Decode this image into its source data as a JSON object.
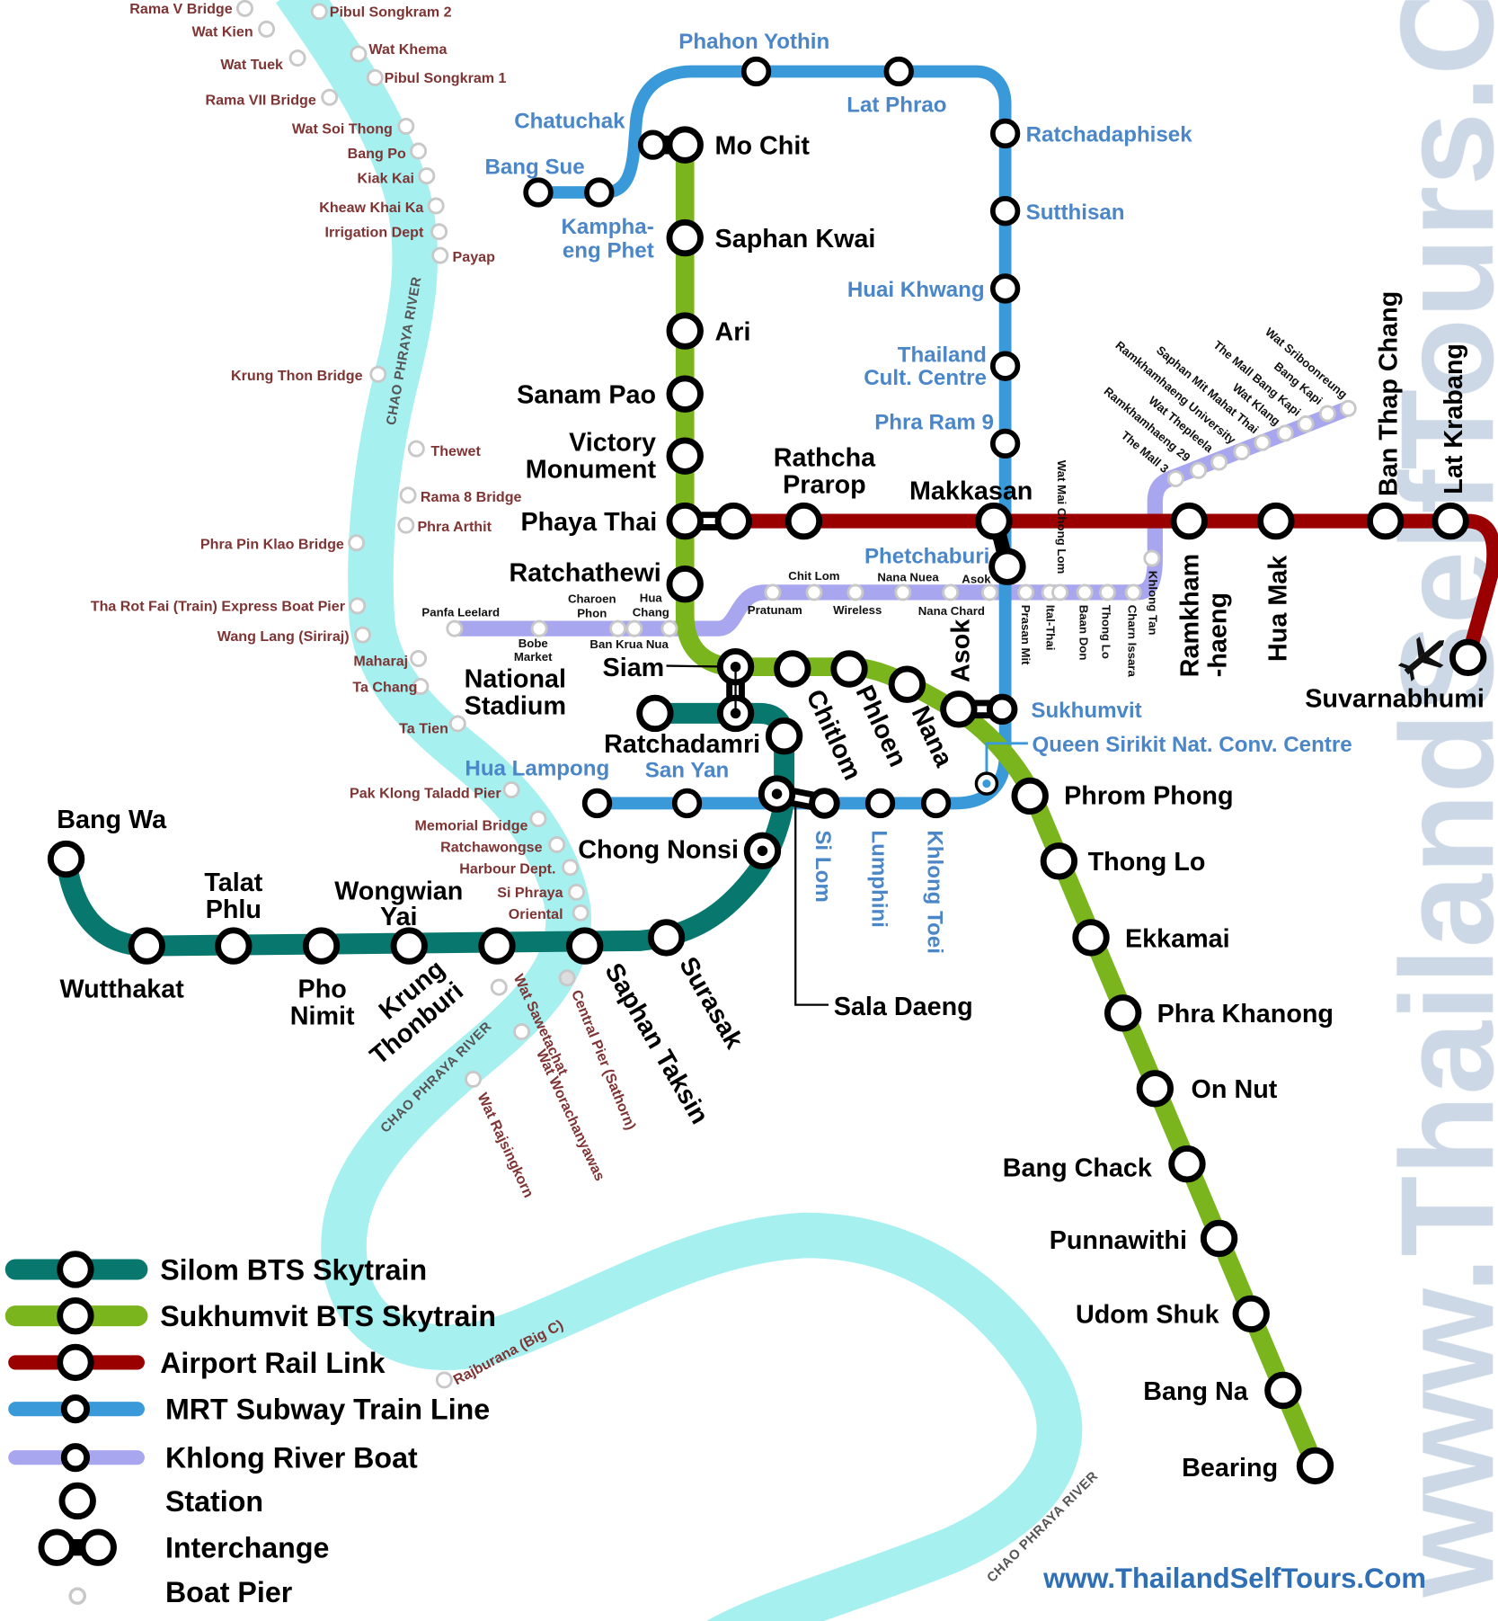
{
  "colors": {
    "silom": "#08786f",
    "sukhumvit": "#7ab51d",
    "airport": "#9b0000",
    "mrt": "#3a9ad9",
    "boat": "#a9a6f0",
    "river": "#a6f0f0",
    "pier_text": "#7f3434",
    "mrt_text": "#4a86c8",
    "watermark": "#cdd8e6",
    "site_text": "#2f6fb5"
  },
  "watermark": "www.ThailandSelfTours.Com",
  "site_url": "www.ThailandSelfTours.Com",
  "river_labels": [
    "CHAO PHRAYA RIVER",
    "CHAO PHRAYA RIVER",
    "CHAO PHRAYA RIVER"
  ],
  "airport_icon": "airplane-icon",
  "lines": {
    "sukhumvit": {
      "name": "Sukhumvit BTS Skytrain",
      "stations": [
        {
          "label": [
            "Mo Chit"
          ]
        },
        {
          "label": [
            "Saphan Kwai"
          ]
        },
        {
          "label": [
            "Ari"
          ]
        },
        {
          "label": [
            "Sanam Pao"
          ]
        },
        {
          "label": [
            "Victory",
            "Monument"
          ]
        },
        {
          "label": [
            "Phaya Thai"
          ]
        },
        {
          "label": [
            "Ratchathewi"
          ]
        },
        {
          "label": [
            "Siam"
          ]
        },
        {
          "label": [
            "Chitlom"
          ]
        },
        {
          "label": [
            "Phloen"
          ]
        },
        {
          "label": [
            "Nana"
          ]
        },
        {
          "label": [
            "Asok"
          ]
        },
        {
          "label": [
            "Phrom Phong"
          ]
        },
        {
          "label": [
            "Thong Lo"
          ]
        },
        {
          "label": [
            "Ekkamai"
          ]
        },
        {
          "label": [
            "Phra Khanong"
          ]
        },
        {
          "label": [
            "On Nut"
          ]
        },
        {
          "label": [
            "Bang Chack"
          ]
        },
        {
          "label": [
            "Punnawithi"
          ]
        },
        {
          "label": [
            "Udom Shuk"
          ]
        },
        {
          "label": [
            "Bang Na"
          ]
        },
        {
          "label": [
            "Bearing"
          ]
        }
      ]
    },
    "silom": {
      "name": "Silom BTS Skytrain",
      "stations": [
        {
          "label": [
            "National",
            "Stadium"
          ]
        },
        {
          "label": [
            "Ratchadamri"
          ]
        },
        {
          "label": [
            "Sala Daeng"
          ]
        },
        {
          "label": [
            "Chong Nonsi"
          ]
        },
        {
          "label": [
            "Surasak"
          ]
        },
        {
          "label": [
            "Saphan Taksin"
          ]
        },
        {
          "label": [
            "Krung",
            "Thonburi"
          ]
        },
        {
          "label": [
            "Wongwian",
            "Yai"
          ]
        },
        {
          "label": [
            "Pho",
            "Nimit"
          ]
        },
        {
          "label": [
            "Talat",
            "Phlu"
          ]
        },
        {
          "label": [
            "Wutthakat"
          ]
        },
        {
          "label": [
            "Bang Wa"
          ]
        }
      ]
    },
    "airport": {
      "name": "Airport Rail Link",
      "stations": [
        {
          "label": [
            "Rathcha",
            "Prarop"
          ]
        },
        {
          "label": [
            "Makkasan"
          ]
        },
        {
          "label": [
            "Ramkham",
            "-haeng"
          ]
        },
        {
          "label": [
            "Hua Mak"
          ]
        },
        {
          "label": [
            "Ban Thap Chang"
          ]
        },
        {
          "label": [
            "Lat Krabang"
          ]
        },
        {
          "label": [
            "Suvarnabhumi"
          ]
        }
      ]
    },
    "mrt": {
      "name": "MRT Subway Train Line",
      "stations": [
        {
          "label": [
            "Chatuchak"
          ]
        },
        {
          "label": [
            "Bang Sue"
          ]
        },
        {
          "label": [
            "Kampha-",
            "eng Phet"
          ]
        },
        {
          "label": [
            "Phahon Yothin"
          ]
        },
        {
          "label": [
            "Lat Phrao"
          ]
        },
        {
          "label": [
            "Ratchadaphisek"
          ]
        },
        {
          "label": [
            "Sutthisan"
          ]
        },
        {
          "label": [
            "Huai Khwang"
          ]
        },
        {
          "label": [
            "Thailand",
            "Cult. Centre"
          ]
        },
        {
          "label": [
            "Phra Ram 9"
          ]
        },
        {
          "label": [
            "Phetchaburi"
          ]
        },
        {
          "label": [
            "Sukhumvit"
          ]
        },
        {
          "label": [
            "Queen Sirikit Nat. Conv. Centre"
          ]
        },
        {
          "label": [
            "Khlong Toei"
          ]
        },
        {
          "label": [
            "Lumphini"
          ]
        },
        {
          "label": [
            "Si Lom"
          ]
        },
        {
          "label": [
            "San Yan"
          ]
        },
        {
          "label": [
            "Hua Lampong"
          ]
        }
      ]
    },
    "boat": {
      "name": "Khlong River Boat",
      "stations": [
        {
          "label": [
            "Panfa Leelard"
          ]
        },
        {
          "label": [
            "Bobe",
            "Market"
          ]
        },
        {
          "label": [
            "Charoen",
            "Phon"
          ]
        },
        {
          "label": [
            "Ban Krua Nua"
          ]
        },
        {
          "label": [
            "Hua",
            "Chang"
          ]
        },
        {
          "label": [
            "Pratunam"
          ]
        },
        {
          "label": [
            "Chit Lom"
          ]
        },
        {
          "label": [
            "Wireless"
          ]
        },
        {
          "label": [
            "Nana Nuea"
          ]
        },
        {
          "label": [
            "Nana Chard"
          ]
        },
        {
          "label": [
            "Asok"
          ]
        },
        {
          "label": [
            "Prasan Mit"
          ]
        },
        {
          "label": [
            "Wat Mai Chong Lom"
          ]
        },
        {
          "label": [
            "Ital-Thai"
          ]
        },
        {
          "label": [
            "Baan Don"
          ]
        },
        {
          "label": [
            "Thong Lo"
          ]
        },
        {
          "label": [
            "Charn Issara"
          ]
        },
        {
          "label": [
            "Khlong Tan"
          ]
        },
        {
          "label": [
            "The Mall 3"
          ]
        },
        {
          "label": [
            "Ramkhamhaeng 29"
          ]
        },
        {
          "label": [
            "Wat Thepleela"
          ]
        },
        {
          "label": [
            "Ramkhamhaeng University"
          ]
        },
        {
          "label": [
            "Saphan Mit Mahat Thai"
          ]
        },
        {
          "label": [
            "Wat Klang"
          ]
        },
        {
          "label": [
            "The Mall Bang Kapi"
          ]
        },
        {
          "label": [
            "Bang Kapi"
          ]
        },
        {
          "label": [
            "Wat Sriboonreung"
          ]
        }
      ]
    },
    "piers": {
      "name": "Boat Pier",
      "stations": [
        {
          "label": [
            "Rama V Bridge"
          ]
        },
        {
          "label": [
            "Pibul Songkram 2"
          ]
        },
        {
          "label": [
            "Wat Kien"
          ]
        },
        {
          "label": [
            "Wat Khema"
          ]
        },
        {
          "label": [
            "Wat Tuek"
          ]
        },
        {
          "label": [
            "Pibul Songkram 1"
          ]
        },
        {
          "label": [
            "Rama VII Bridge"
          ]
        },
        {
          "label": [
            "Wat Soi Thong"
          ]
        },
        {
          "label": [
            "Bang Po"
          ]
        },
        {
          "label": [
            "Kiak Kai"
          ]
        },
        {
          "label": [
            "Kheaw Khai Ka"
          ]
        },
        {
          "label": [
            "Irrigation Dept"
          ]
        },
        {
          "label": [
            "Payap"
          ]
        },
        {
          "label": [
            "Krung Thon Bridge"
          ]
        },
        {
          "label": [
            "Thewet"
          ]
        },
        {
          "label": [
            "Rama 8 Bridge"
          ]
        },
        {
          "label": [
            "Phra Arthit"
          ]
        },
        {
          "label": [
            "Phra Pin Klao Bridge"
          ]
        },
        {
          "label": [
            "Tha Rot Fai (Train) Express Boat Pier"
          ]
        },
        {
          "label": [
            "Wang Lang (Siriraj)"
          ]
        },
        {
          "label": [
            "Maharaj"
          ]
        },
        {
          "label": [
            "Ta Chang"
          ]
        },
        {
          "label": [
            "Ta Tien"
          ]
        },
        {
          "label": [
            "Pak Klong Taladd Pier"
          ]
        },
        {
          "label": [
            "Memorial Bridge"
          ]
        },
        {
          "label": [
            "Ratchawongse"
          ]
        },
        {
          "label": [
            "Harbour Dept."
          ]
        },
        {
          "label": [
            "Si Phraya"
          ]
        },
        {
          "label": [
            "Oriental"
          ]
        },
        {
          "label": [
            "Central Pier  (Sathorn)"
          ]
        },
        {
          "label": [
            "Wat Sawetachat"
          ]
        },
        {
          "label": [
            "Wat Worachanyawas"
          ]
        },
        {
          "label": [
            "Wat Rajsingkorn"
          ]
        },
        {
          "label": [
            "Rajburana (Big C)"
          ]
        }
      ]
    }
  },
  "legend": [
    {
      "label": "Silom BTS Skytrain",
      "color": "#08786f",
      "kind": "line"
    },
    {
      "label": "Sukhumvit BTS Skytrain",
      "color": "#7ab51d",
      "kind": "line"
    },
    {
      "label": "Airport Rail Link",
      "color": "#9b0000",
      "kind": "line"
    },
    {
      "label": "MRT Subway Train Line",
      "color": "#3a9ad9",
      "kind": "line"
    },
    {
      "label": "Khlong River Boat",
      "color": "#a9a6f0",
      "kind": "line"
    },
    {
      "label": "Station",
      "kind": "station"
    },
    {
      "label": "Interchange",
      "kind": "interchange"
    },
    {
      "label": "Boat Pier",
      "kind": "pier"
    }
  ]
}
